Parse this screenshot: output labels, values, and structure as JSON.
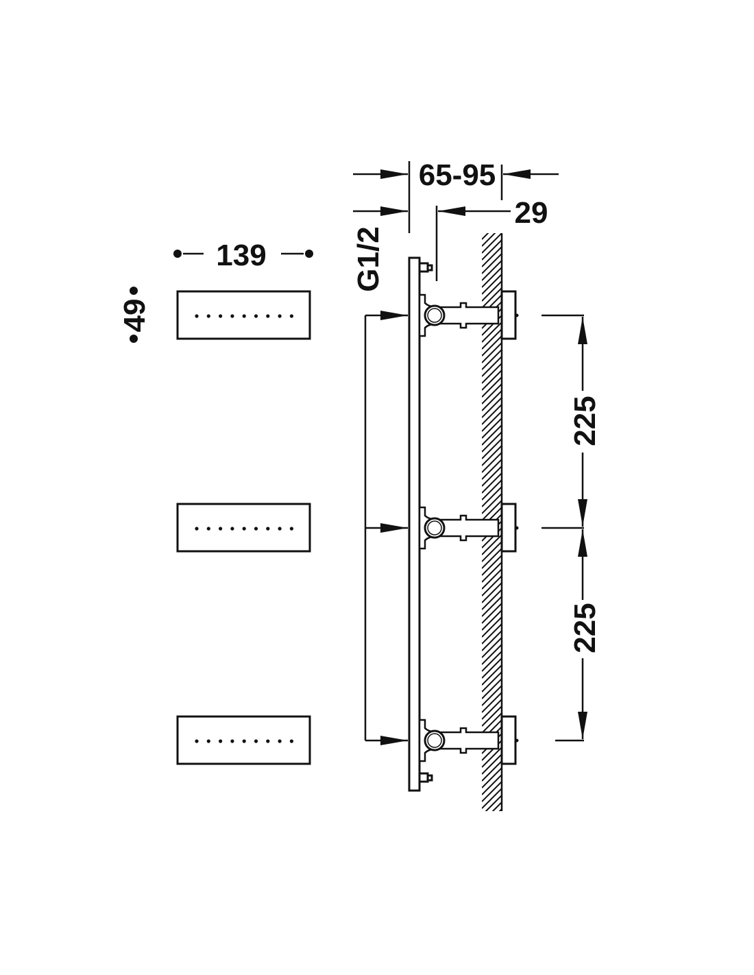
{
  "drawing": {
    "dimensions": {
      "depth_range": "65-95",
      "wall_offset": "29",
      "thread": "G1/2",
      "width": "139",
      "height": "49",
      "spacing_upper": "225",
      "spacing_lower": "225"
    },
    "jets_count": 3,
    "nozzle_dots_per_jet": 9,
    "line_color": "#111111"
  }
}
